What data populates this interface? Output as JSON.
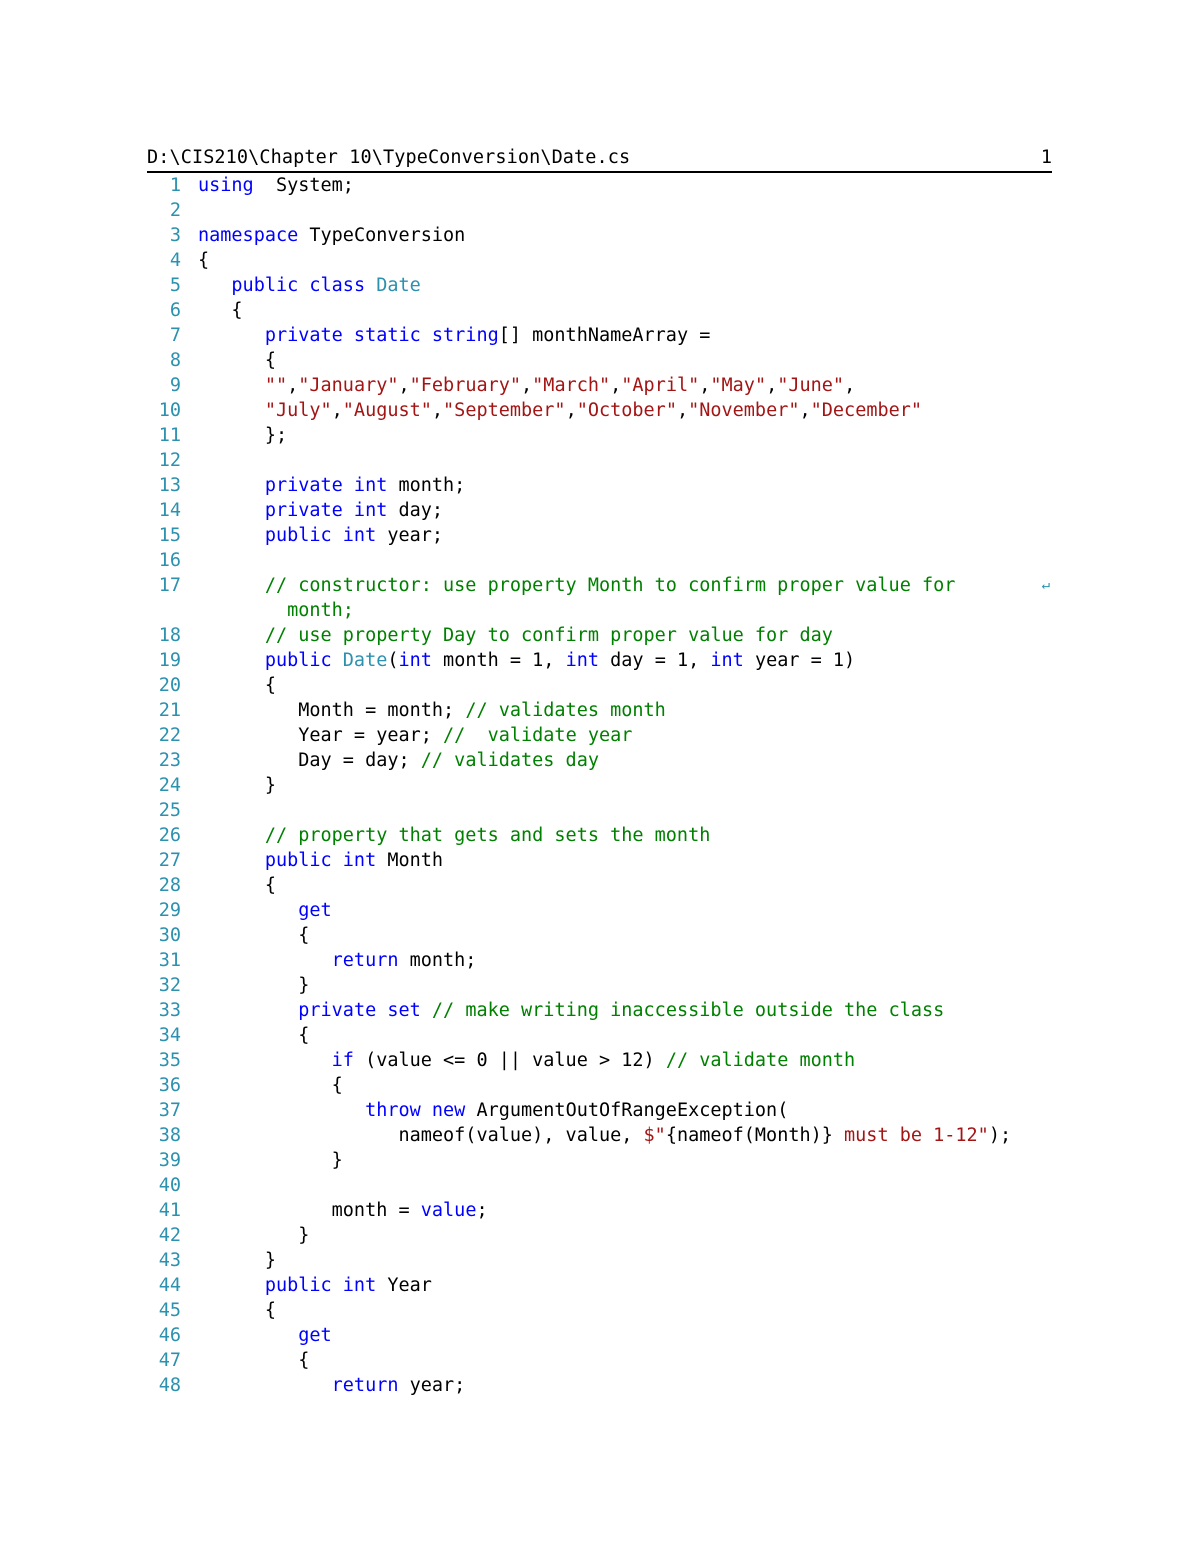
{
  "header": {
    "file_path": "D:\\CIS210\\Chapter 10\\TypeConversion\\Date.cs",
    "page_number": "1"
  },
  "colors": {
    "keyword": "#0000ff",
    "type": "#2b91af",
    "string": "#a31515",
    "comment": "#008000",
    "line_number": "#2b91af",
    "text": "#000000"
  },
  "lines": [
    {
      "n": "1",
      "tokens": [
        [
          "kw",
          "using"
        ],
        [
          "",
          "  System;"
        ]
      ]
    },
    {
      "n": "2",
      "tokens": []
    },
    {
      "n": "3",
      "tokens": [
        [
          "kw",
          "namespace"
        ],
        [
          "",
          " TypeConversion"
        ]
      ]
    },
    {
      "n": "4",
      "tokens": [
        [
          "",
          "{"
        ]
      ]
    },
    {
      "n": "5",
      "tokens": [
        [
          "",
          "   "
        ],
        [
          "kw",
          "public class"
        ],
        [
          "ty",
          " Date"
        ]
      ]
    },
    {
      "n": "6",
      "tokens": [
        [
          "",
          "   {"
        ]
      ]
    },
    {
      "n": "7",
      "tokens": [
        [
          "",
          "      "
        ],
        [
          "kw",
          "private static string"
        ],
        [
          "",
          "[] monthNameArray ="
        ]
      ]
    },
    {
      "n": "8",
      "tokens": [
        [
          "",
          "      {"
        ]
      ]
    },
    {
      "n": "9",
      "tokens": [
        [
          "",
          "      "
        ],
        [
          "str",
          "\"\""
        ],
        [
          "",
          ","
        ],
        [
          "str",
          "\"January\""
        ],
        [
          "",
          ","
        ],
        [
          "str",
          "\"February\""
        ],
        [
          "",
          ","
        ],
        [
          "str",
          "\"March\""
        ],
        [
          "",
          ","
        ],
        [
          "str",
          "\"April\""
        ],
        [
          "",
          ","
        ],
        [
          "str",
          "\"May\""
        ],
        [
          "",
          ","
        ],
        [
          "str",
          "\"June\""
        ],
        [
          "",
          ","
        ]
      ]
    },
    {
      "n": "10",
      "tokens": [
        [
          "",
          "      "
        ],
        [
          "str",
          "\"July\""
        ],
        [
          "",
          ","
        ],
        [
          "str",
          "\"August\""
        ],
        [
          "",
          ","
        ],
        [
          "str",
          "\"September\""
        ],
        [
          "",
          ","
        ],
        [
          "str",
          "\"October\""
        ],
        [
          "",
          ","
        ],
        [
          "str",
          "\"November\""
        ],
        [
          "",
          ","
        ],
        [
          "str",
          "\"December\""
        ]
      ]
    },
    {
      "n": "11",
      "tokens": [
        [
          "",
          "      };"
        ]
      ]
    },
    {
      "n": "12",
      "tokens": []
    },
    {
      "n": "13",
      "tokens": [
        [
          "",
          "      "
        ],
        [
          "kw",
          "private int"
        ],
        [
          "",
          " month;"
        ]
      ]
    },
    {
      "n": "14",
      "tokens": [
        [
          "",
          "      "
        ],
        [
          "kw",
          "private int"
        ],
        [
          "",
          " day;"
        ]
      ]
    },
    {
      "n": "15",
      "tokens": [
        [
          "",
          "      "
        ],
        [
          "kw",
          "public int"
        ],
        [
          "",
          " year;"
        ]
      ]
    },
    {
      "n": "16",
      "tokens": []
    },
    {
      "n": "17",
      "tokens": [
        [
          "",
          "      "
        ],
        [
          "cm",
          "// constructor: use property Month to confirm proper value for"
        ]
      ],
      "wrap": true
    },
    {
      "n": "",
      "tokens": [
        [
          "",
          "        "
        ],
        [
          "cm",
          "month;"
        ]
      ]
    },
    {
      "n": "18",
      "tokens": [
        [
          "",
          "      "
        ],
        [
          "cm",
          "// use property Day to confirm proper value for day"
        ]
      ]
    },
    {
      "n": "19",
      "tokens": [
        [
          "",
          "      "
        ],
        [
          "kw",
          "public"
        ],
        [
          "ty",
          " Date"
        ],
        [
          "",
          "("
        ],
        [
          "kw",
          "int"
        ],
        [
          "",
          " month = 1, "
        ],
        [
          "kw",
          "int"
        ],
        [
          "",
          " day = 1, "
        ],
        [
          "kw",
          "int"
        ],
        [
          "",
          " year = 1)"
        ]
      ]
    },
    {
      "n": "20",
      "tokens": [
        [
          "",
          "      {"
        ]
      ]
    },
    {
      "n": "21",
      "tokens": [
        [
          "",
          "         Month = month; "
        ],
        [
          "cm",
          "// validates month"
        ]
      ]
    },
    {
      "n": "22",
      "tokens": [
        [
          "",
          "         Year = year; "
        ],
        [
          "cm",
          "//  validate year"
        ]
      ]
    },
    {
      "n": "23",
      "tokens": [
        [
          "",
          "         Day = day; "
        ],
        [
          "cm",
          "// validates day"
        ]
      ]
    },
    {
      "n": "24",
      "tokens": [
        [
          "",
          "      }"
        ]
      ]
    },
    {
      "n": "25",
      "tokens": []
    },
    {
      "n": "26",
      "tokens": [
        [
          "",
          "      "
        ],
        [
          "cm",
          "// property that gets and sets the month"
        ]
      ]
    },
    {
      "n": "27",
      "tokens": [
        [
          "",
          "      "
        ],
        [
          "kw",
          "public int"
        ],
        [
          "",
          " Month"
        ]
      ]
    },
    {
      "n": "28",
      "tokens": [
        [
          "",
          "      {"
        ]
      ]
    },
    {
      "n": "29",
      "tokens": [
        [
          "",
          "         "
        ],
        [
          "kw",
          "get"
        ]
      ]
    },
    {
      "n": "30",
      "tokens": [
        [
          "",
          "         {"
        ]
      ]
    },
    {
      "n": "31",
      "tokens": [
        [
          "",
          "            "
        ],
        [
          "kw",
          "return"
        ],
        [
          "",
          " month;"
        ]
      ]
    },
    {
      "n": "32",
      "tokens": [
        [
          "",
          "         }"
        ]
      ]
    },
    {
      "n": "33",
      "tokens": [
        [
          "",
          "         "
        ],
        [
          "kw",
          "private set"
        ],
        [
          "",
          " "
        ],
        [
          "cm",
          "// make writing inaccessible outside the class"
        ]
      ]
    },
    {
      "n": "34",
      "tokens": [
        [
          "",
          "         {"
        ]
      ]
    },
    {
      "n": "35",
      "tokens": [
        [
          "",
          "            "
        ],
        [
          "kw",
          "if"
        ],
        [
          "",
          " (value <= 0 || value > 12) "
        ],
        [
          "cm",
          "// validate month"
        ]
      ]
    },
    {
      "n": "36",
      "tokens": [
        [
          "",
          "            {"
        ]
      ]
    },
    {
      "n": "37",
      "tokens": [
        [
          "",
          "               "
        ],
        [
          "kw",
          "throw new"
        ],
        [
          "",
          " ArgumentOutOfRangeException("
        ]
      ]
    },
    {
      "n": "38",
      "tokens": [
        [
          "",
          "                  nameof(value), value, "
        ],
        [
          "str",
          "$\""
        ],
        [
          "",
          "{nameof(Month)}"
        ],
        [
          "str",
          " must be 1-12\""
        ],
        [
          "",
          ");"
        ]
      ]
    },
    {
      "n": "39",
      "tokens": [
        [
          "",
          "            }"
        ]
      ]
    },
    {
      "n": "40",
      "tokens": []
    },
    {
      "n": "41",
      "tokens": [
        [
          "",
          "            month = "
        ],
        [
          "kw",
          "value"
        ],
        [
          "",
          ";"
        ]
      ]
    },
    {
      "n": "42",
      "tokens": [
        [
          "",
          "         }"
        ]
      ]
    },
    {
      "n": "43",
      "tokens": [
        [
          "",
          "      }"
        ]
      ]
    },
    {
      "n": "44",
      "tokens": [
        [
          "",
          "      "
        ],
        [
          "kw",
          "public int"
        ],
        [
          "",
          " Year"
        ]
      ]
    },
    {
      "n": "45",
      "tokens": [
        [
          "",
          "      {"
        ]
      ]
    },
    {
      "n": "46",
      "tokens": [
        [
          "",
          "         "
        ],
        [
          "kw",
          "get"
        ]
      ]
    },
    {
      "n": "47",
      "tokens": [
        [
          "",
          "         {"
        ]
      ]
    },
    {
      "n": "48",
      "tokens": [
        [
          "",
          "            "
        ],
        [
          "kw",
          "return"
        ],
        [
          "",
          " year;"
        ]
      ]
    }
  ],
  "icons": {
    "wrap_icon": "line-wrap-icon"
  }
}
